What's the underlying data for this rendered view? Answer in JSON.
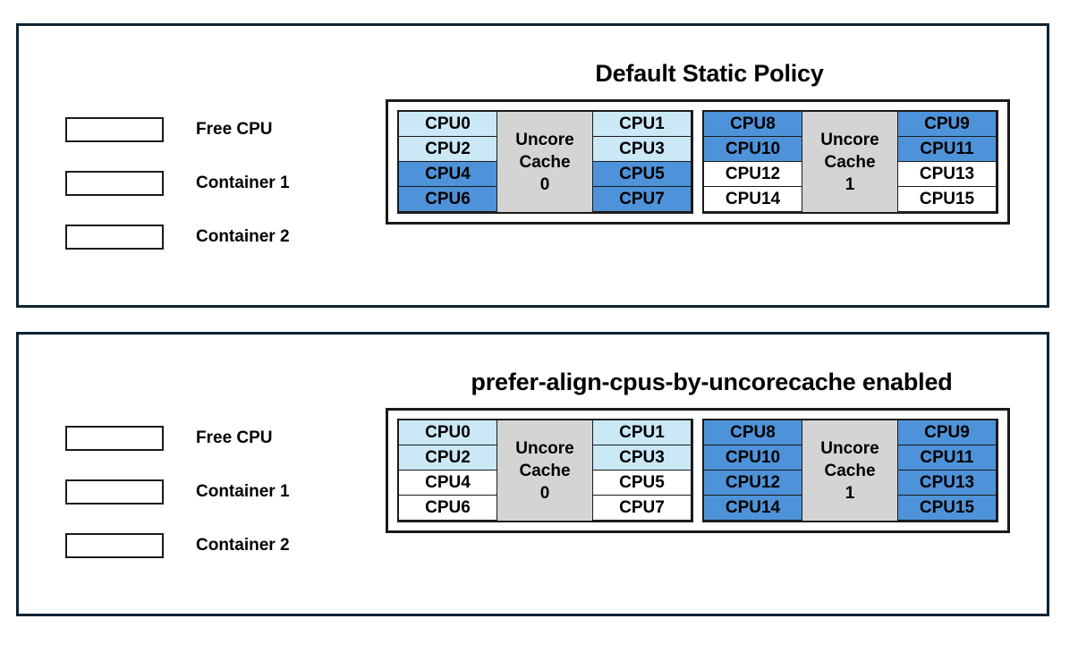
{
  "colors": {
    "free": "#ffffff",
    "container1": "#cbe8f7",
    "container2": "#4e93d9",
    "cache": "#d4d4d4",
    "panel_border": "#0d2433",
    "cell_border": "#1b1b1b"
  },
  "panels": [
    {
      "id": "default-static-policy",
      "title": "Default Static Policy",
      "legend": [
        {
          "label": "Free CPU",
          "state": "free"
        },
        {
          "label": "Container 1",
          "state": "container1"
        },
        {
          "label": "Container 2",
          "state": "container2"
        }
      ],
      "groups": [
        {
          "cache_line1": "Uncore",
          "cache_line2": "Cache",
          "cache_index": "0",
          "left_col": [
            {
              "label": "CPU0",
              "state": "container1"
            },
            {
              "label": "CPU2",
              "state": "container1"
            },
            {
              "label": "CPU4",
              "state": "container2"
            },
            {
              "label": "CPU6",
              "state": "container2"
            }
          ],
          "right_col": [
            {
              "label": "CPU1",
              "state": "container1"
            },
            {
              "label": "CPU3",
              "state": "container1"
            },
            {
              "label": "CPU5",
              "state": "container2"
            },
            {
              "label": "CPU7",
              "state": "container2"
            }
          ]
        },
        {
          "cache_line1": "Uncore",
          "cache_line2": "Cache",
          "cache_index": "1",
          "left_col": [
            {
              "label": "CPU8",
              "state": "container2"
            },
            {
              "label": "CPU10",
              "state": "container2"
            },
            {
              "label": "CPU12",
              "state": "free"
            },
            {
              "label": "CPU14",
              "state": "free"
            }
          ],
          "right_col": [
            {
              "label": "CPU9",
              "state": "container2"
            },
            {
              "label": "CPU11",
              "state": "container2"
            },
            {
              "label": "CPU13",
              "state": "free"
            },
            {
              "label": "CPU15",
              "state": "free"
            }
          ]
        }
      ]
    },
    {
      "id": "prefer-align-cpus-by-uncorecache-enabled",
      "title": "prefer-align-cpus-by-uncorecache enabled",
      "legend": [
        {
          "label": "Free CPU",
          "state": "free"
        },
        {
          "label": "Container 1",
          "state": "container1"
        },
        {
          "label": "Container 2",
          "state": "container2"
        }
      ],
      "groups": [
        {
          "cache_line1": "Uncore",
          "cache_line2": "Cache",
          "cache_index": "0",
          "left_col": [
            {
              "label": "CPU0",
              "state": "container1"
            },
            {
              "label": "CPU2",
              "state": "container1"
            },
            {
              "label": "CPU4",
              "state": "free"
            },
            {
              "label": "CPU6",
              "state": "free"
            }
          ],
          "right_col": [
            {
              "label": "CPU1",
              "state": "container1"
            },
            {
              "label": "CPU3",
              "state": "container1"
            },
            {
              "label": "CPU5",
              "state": "free"
            },
            {
              "label": "CPU7",
              "state": "free"
            }
          ]
        },
        {
          "cache_line1": "Uncore",
          "cache_line2": "Cache",
          "cache_index": "1",
          "left_col": [
            {
              "label": "CPU8",
              "state": "container2"
            },
            {
              "label": "CPU10",
              "state": "container2"
            },
            {
              "label": "CPU12",
              "state": "container2"
            },
            {
              "label": "CPU14",
              "state": "container2"
            }
          ],
          "right_col": [
            {
              "label": "CPU9",
              "state": "container2"
            },
            {
              "label": "CPU11",
              "state": "container2"
            },
            {
              "label": "CPU13",
              "state": "container2"
            },
            {
              "label": "CPU15",
              "state": "container2"
            }
          ]
        }
      ]
    }
  ]
}
